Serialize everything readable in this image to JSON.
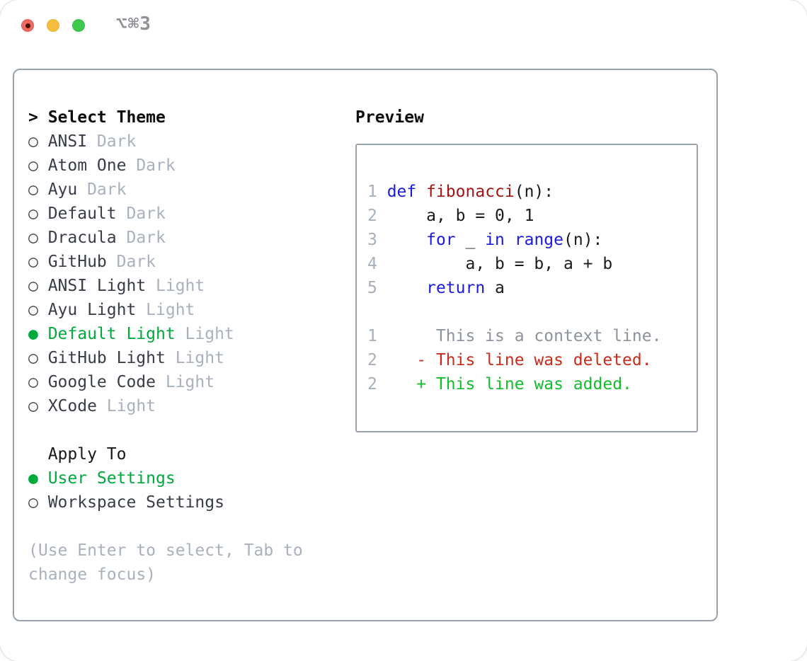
{
  "window": {
    "shortcut_label": "⌥⌘3"
  },
  "icons": {
    "radio_selected": "●",
    "radio_unselected": "○",
    "pointer": ">"
  },
  "colors": {
    "accent_green": "#00A93C",
    "keyword_blue": "#1B1AE0",
    "function_red": "#A31515",
    "deleted_red": "#CC2B1B",
    "added_green": "#12BE2C",
    "context_gray": "#8B939D",
    "line_number_gray": "#A6B0BC",
    "muted_gray": "#A9B1BD",
    "text_dark": "#383D47",
    "border_gray": "#9AA2AE",
    "traffic_close": "#EE6A5F",
    "traffic_minimize": "#F5BD3E",
    "traffic_zoom": "#3EC94E"
  },
  "theme_selector": {
    "header": {
      "prefix": ">",
      "label": "Select Theme"
    },
    "items": [
      {
        "name": "ANSI",
        "variant": "Dark",
        "selected": false
      },
      {
        "name": "Atom One",
        "variant": "Dark",
        "selected": false
      },
      {
        "name": "Ayu",
        "variant": "Dark",
        "selected": false
      },
      {
        "name": "Default",
        "variant": "Dark",
        "selected": false
      },
      {
        "name": "Dracula",
        "variant": "Dark",
        "selected": false
      },
      {
        "name": "GitHub",
        "variant": "Dark",
        "selected": false
      },
      {
        "name": "ANSI Light",
        "variant": "Light",
        "selected": false
      },
      {
        "name": "Ayu Light",
        "variant": "Light",
        "selected": false
      },
      {
        "name": "Default Light",
        "variant": "Light",
        "selected": true
      },
      {
        "name": "GitHub Light",
        "variant": "Light",
        "selected": false
      },
      {
        "name": "Google Code",
        "variant": "Light",
        "selected": false
      },
      {
        "name": "XCode",
        "variant": "Light",
        "selected": false
      }
    ]
  },
  "apply_to": {
    "header": "Apply To",
    "options": [
      {
        "label": "User Settings",
        "selected": true
      },
      {
        "label": "Workspace Settings",
        "selected": false
      }
    ]
  },
  "help_lines": [
    "(Use Enter to select, Tab to",
    "change focus)"
  ],
  "preview": {
    "title": "Preview",
    "lines": [
      {
        "no": "1",
        "tokens": [
          {
            "t": "def",
            "c": "kw"
          },
          {
            "t": " ",
            "c": "plain"
          },
          {
            "t": "fibonacci",
            "c": "fn"
          },
          {
            "t": "(n):",
            "c": "plain"
          }
        ]
      },
      {
        "no": "2",
        "tokens": [
          {
            "t": "    a, b = 0, 1",
            "c": "plain"
          }
        ]
      },
      {
        "no": "3",
        "tokens": [
          {
            "t": "    ",
            "c": "plain"
          },
          {
            "t": "for",
            "c": "kw"
          },
          {
            "t": " _ ",
            "c": "plain"
          },
          {
            "t": "in",
            "c": "kw"
          },
          {
            "t": " ",
            "c": "plain"
          },
          {
            "t": "range",
            "c": "kw"
          },
          {
            "t": "(n):",
            "c": "plain"
          }
        ]
      },
      {
        "no": "4",
        "tokens": [
          {
            "t": "        a, b = b, a + b",
            "c": "plain"
          }
        ]
      },
      {
        "no": "5",
        "tokens": [
          {
            "t": "    ",
            "c": "plain"
          },
          {
            "t": "return",
            "c": "kw"
          },
          {
            "t": " a",
            "c": "plain"
          }
        ]
      },
      {
        "no": "",
        "tokens": []
      },
      {
        "no": "1",
        "tokens": [
          {
            "t": "     This is a context line.",
            "c": "ctx"
          }
        ]
      },
      {
        "no": "2",
        "tokens": [
          {
            "t": "   - This line was deleted.",
            "c": "del"
          }
        ]
      },
      {
        "no": "2",
        "tokens": [
          {
            "t": "   + This line was added.",
            "c": "add"
          }
        ]
      }
    ]
  }
}
